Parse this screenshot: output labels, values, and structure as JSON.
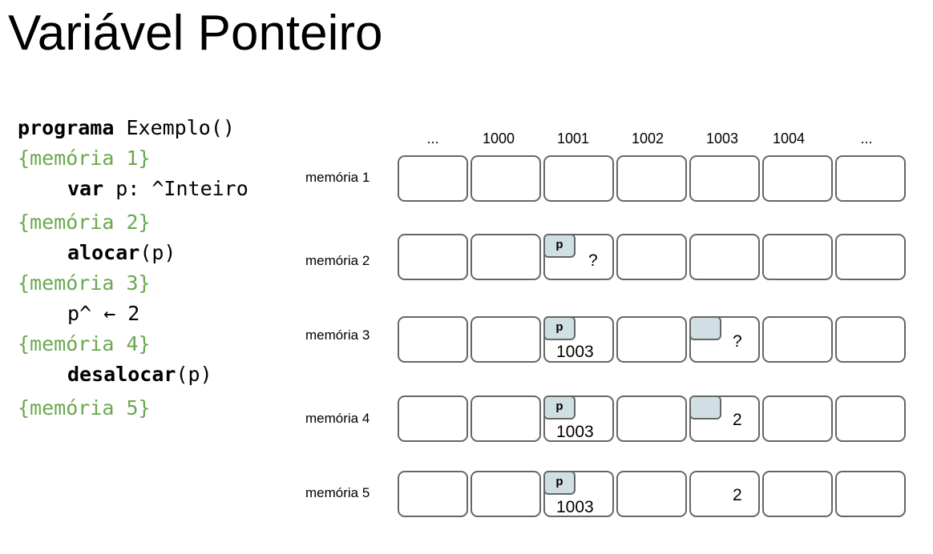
{
  "title": "Variável Ponteiro",
  "code": {
    "l1_kw": "programa",
    "l1_rest": " Exemplo()",
    "m1": "{memória 1}",
    "l3_kw": "var",
    "l3_rest": " p: ^Inteiro",
    "m2": "{memória 2}",
    "l5_kw": "alocar",
    "l5_rest": "(p)",
    "m3": "{memória 3}",
    "l7": "p^ ← 2",
    "m4": "{memória 4}",
    "l9_kw": "desalocar",
    "l9_rest": "(p)",
    "m5": "{memória 5}"
  },
  "addresses": [
    "...",
    "1000",
    "1001",
    "1002",
    "1003",
    "1004",
    "..."
  ],
  "rows": [
    {
      "label": "memória 1"
    },
    {
      "label": "memória 2",
      "p_tag": "p",
      "p_value": "?"
    },
    {
      "label": "memória 3",
      "p_tag": "p",
      "p_value": "1003",
      "target_value": "?"
    },
    {
      "label": "memória 4",
      "p_tag": "p",
      "p_value": "1003",
      "target_value": "2"
    },
    {
      "label": "memória 5",
      "p_tag": "p",
      "p_value": "1003",
      "target_value": "2"
    }
  ],
  "colors": {
    "comment": "#6aa84f",
    "tag_fill": "#d0dfe3",
    "border": "#666666"
  }
}
